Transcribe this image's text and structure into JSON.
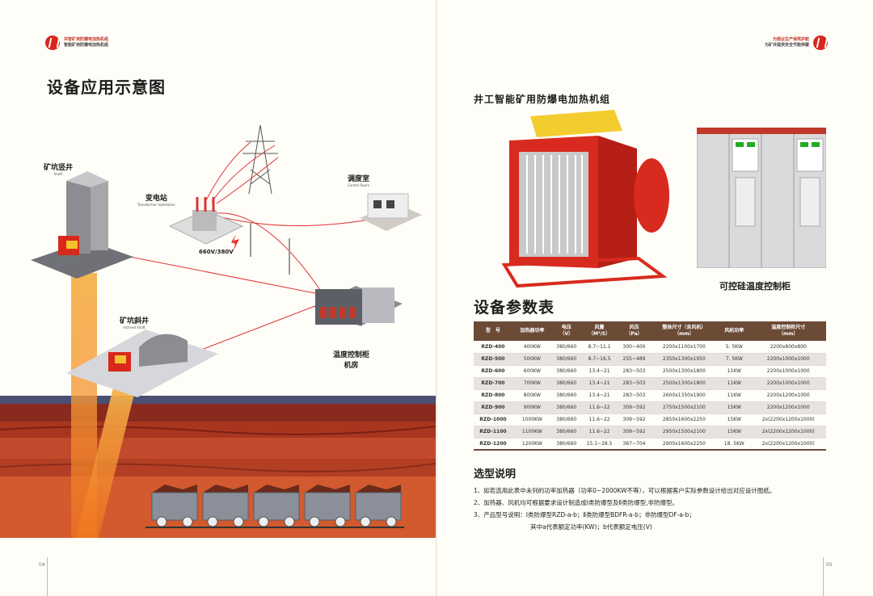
{
  "header": {
    "left_line1": "井智矿用防爆电加热机组",
    "left_line2": "智能矿用防爆电加热机组",
    "right_line1": "为煤业生产保驾护航",
    "right_line2": "为矿井提供安全节能供暖"
  },
  "left": {
    "title": "设备应用示意图",
    "labels": {
      "shaft": "矿坑竖井",
      "shaft_en": "Shaft",
      "substation": "变电站",
      "substation_en": "Transformer Substation",
      "voltage": "660V/380V",
      "control_room": "调度室",
      "control_room_en": "Control Room",
      "inclined": "矿坑斜井",
      "inclined_en": "Inclined Shaft",
      "cabinet_room_1": "温度控制柜",
      "cabinet_room_2": "机房"
    }
  },
  "right": {
    "product_title": "井工智能矿用防爆电加热机组",
    "cabinet_title": "可控硅温度控制柜",
    "table_title": "设备参数表",
    "table": {
      "headers": [
        "型　号",
        "加热器功率",
        "电压\n（V）",
        "风量\n（M³/S）",
        "风压\n（Pa）",
        "整体尺寸（含风机）\n（mm）",
        "风机功率",
        "温度控制柜尺寸\n（mm）"
      ],
      "rows": [
        [
          "RZD-400",
          "400KW",
          "380/660",
          "8.7~11.1",
          "300~400",
          "2200x1100x1700",
          "5. 5KW",
          "2200x800x800"
        ],
        [
          "RZD-500",
          "500KW",
          "380/660",
          "8.7~16.5",
          "255~489",
          "2350x1300x1950",
          "7. 5KW",
          "2200x1000x1000"
        ],
        [
          "RZD-600",
          "600KW",
          "380/660",
          "13.4~21",
          "283~503",
          "2500x1300x1800",
          "11KW",
          "2200x1000x1000"
        ],
        [
          "RZD-700",
          "700KW",
          "380/660",
          "13.4~21",
          "283~503",
          "2500x1300x1800",
          "11KW",
          "2200x1000x1000"
        ],
        [
          "RZD-800",
          "800KW",
          "380/660",
          "13.4~21",
          "283~503",
          "2600x1350x1900",
          "11KW",
          "2200x1200x1000"
        ],
        [
          "RZD-900",
          "900KW",
          "380/660",
          "11.6~22",
          "309~592",
          "2750x1500x2100",
          "15KW",
          "2200x1200x1000"
        ],
        [
          "RZD-1000",
          "1000KW",
          "380/660",
          "11.6~22",
          "309~592",
          "2850x1600x2250",
          "15KW",
          "2x(2200x1200x1000)"
        ],
        [
          "RZD-1100",
          "1100KW",
          "380/660",
          "11.6~22",
          "309~592",
          "2950x1500x2100",
          "15KW",
          "2x(2200x1200x1000)"
        ],
        [
          "RZD-1200",
          "1200KW",
          "380/660",
          "15.1~28.5",
          "367~704",
          "2900x1600x2250",
          "18. 5KW",
          "2x(2200x1200x1000)"
        ]
      ]
    },
    "selection_title": "选型说明",
    "notes": [
      "1、如若选用此表中未列的功率加热器（功率0~2000KW不等），可以根据客户实际参数设计给出对应设计图纸。",
      "2、加热器、风机均可根据要求设计制造成Ⅰ类防爆型及Ⅱ类防爆型,非防爆型。",
      "3、产品型号说明：Ⅰ类防爆型RZD-a-b；Ⅱ类防爆型BDFR-a-b；非防爆型DF-a-b；",
      "其中a代表额定功率(KW)；b代表额定电压(V)"
    ]
  },
  "footer": {
    "page_left": "04",
    "page_right": "05"
  },
  "colors": {
    "accent_red": "#d8281c",
    "table_header": "#6b4a36",
    "earth_dark": "#8a2a1f",
    "earth_light": "#c24a2c"
  }
}
